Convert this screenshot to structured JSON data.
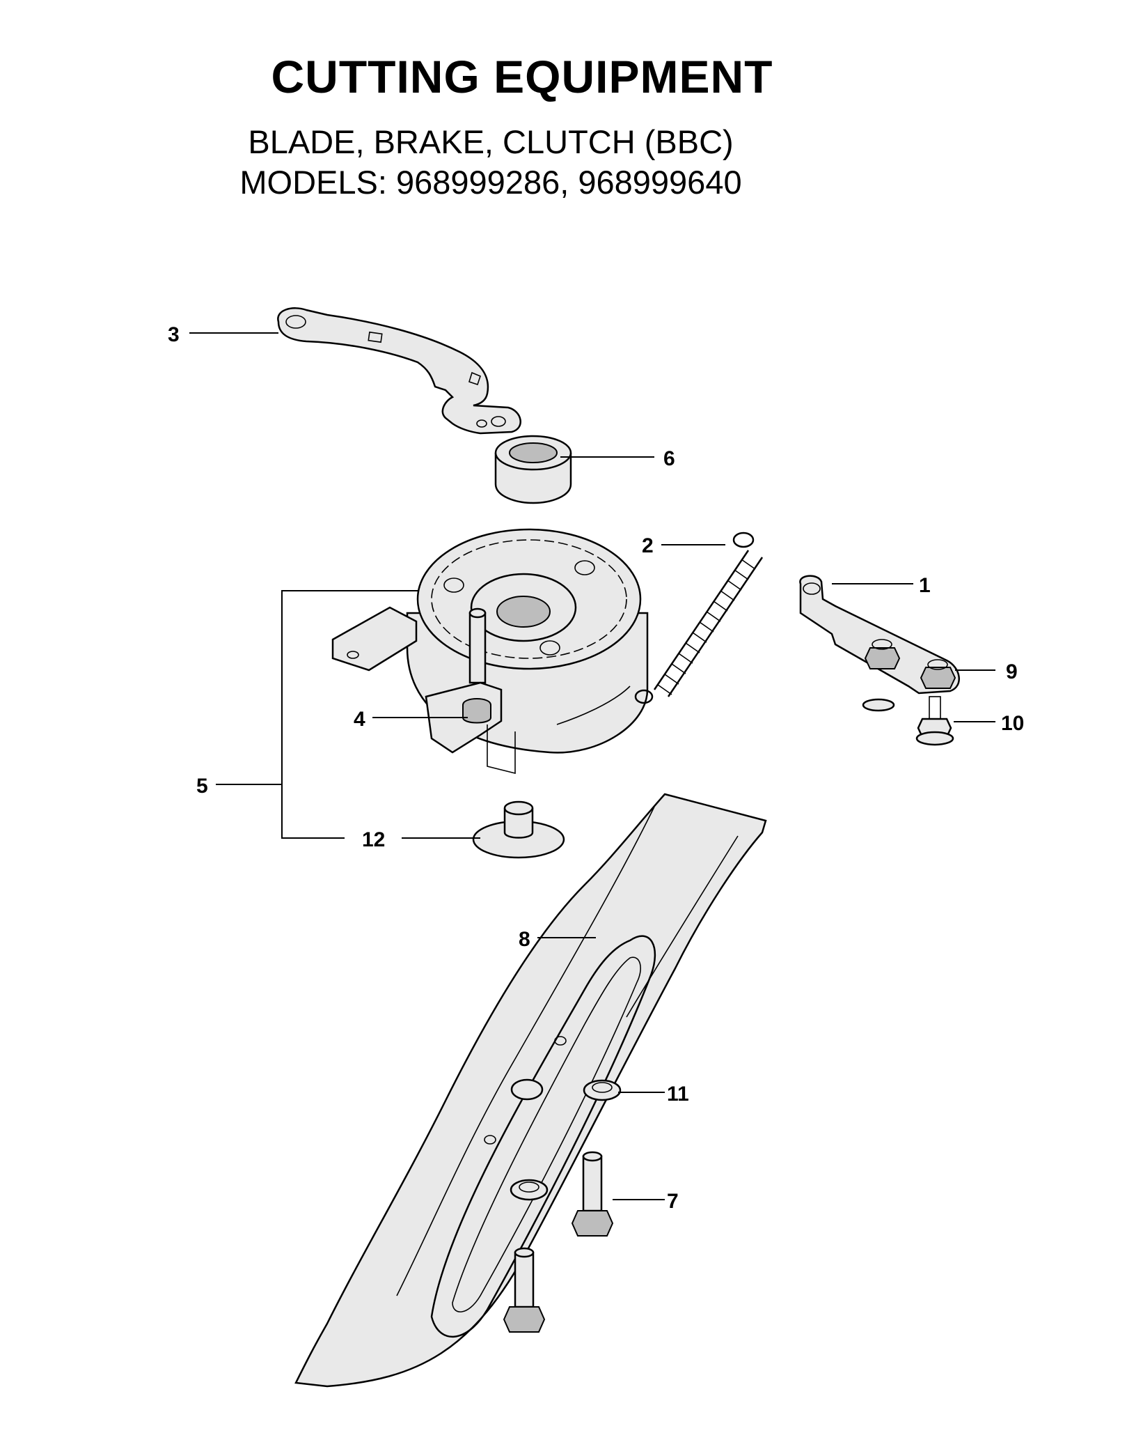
{
  "header": {
    "title": "CUTTING EQUIPMENT",
    "subtitle_line1": "BLADE, BRAKE, CLUTCH (BBC)",
    "subtitle_line2": "MODELS: 968999286, 968999640"
  },
  "callouts": [
    {
      "id": "1",
      "label": "1"
    },
    {
      "id": "2",
      "label": "2"
    },
    {
      "id": "3",
      "label": "3"
    },
    {
      "id": "4",
      "label": "4"
    },
    {
      "id": "5",
      "label": "5"
    },
    {
      "id": "6",
      "label": "6"
    },
    {
      "id": "7",
      "label": "7"
    },
    {
      "id": "8",
      "label": "8"
    },
    {
      "id": "9",
      "label": "9"
    },
    {
      "id": "10",
      "label": "10"
    },
    {
      "id": "11",
      "label": "11"
    },
    {
      "id": "12",
      "label": "12"
    }
  ]
}
